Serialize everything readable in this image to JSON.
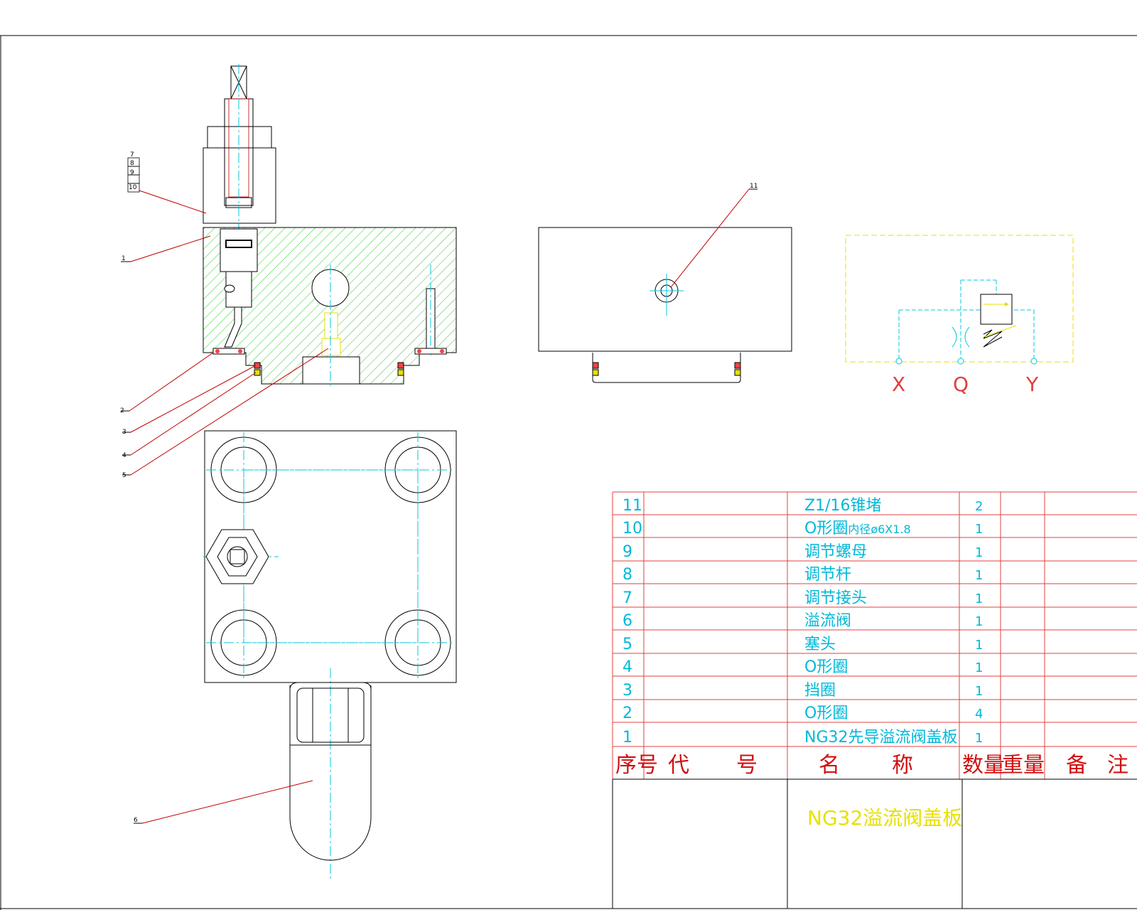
{
  "leader_labels": {
    "l7": "7",
    "l8": "8",
    "l9": "9",
    "l10": "10",
    "l1": "1",
    "l2": "2",
    "l3": "3",
    "l4": "4",
    "l5": "5",
    "l6": "6",
    "l11": "11"
  },
  "symbol_ports": {
    "x": "X",
    "q": "Q",
    "y": "Y"
  },
  "parts_list": {
    "rows": [
      {
        "no": "11",
        "name": "Z1/16锥堵",
        "qty": "2"
      },
      {
        "no": "10",
        "name": "O形圈",
        "name_note": "内径ø6X1.8",
        "qty": "1"
      },
      {
        "no": "9",
        "name": "调节螺母",
        "qty": "1"
      },
      {
        "no": "8",
        "name": "调节杆",
        "qty": "1"
      },
      {
        "no": "7",
        "name": "调节接头",
        "qty": "1"
      },
      {
        "no": "6",
        "name": "溢流阀",
        "qty": "1"
      },
      {
        "no": "5",
        "name": "塞头",
        "qty": "1"
      },
      {
        "no": "4",
        "name": "O形圈",
        "qty": "1"
      },
      {
        "no": "3",
        "name": "挡圈",
        "qty": "1"
      },
      {
        "no": "2",
        "name": "O形圈",
        "qty": "4"
      },
      {
        "no": "1",
        "name": "NG32先导溢流阀盖板",
        "qty": "1"
      }
    ],
    "headers": {
      "seq": "序号",
      "code_a": "代",
      "code_b": "号",
      "name_a": "名",
      "name_b": "称",
      "qty": "数量",
      "weight": "重量",
      "remark_a": "备",
      "remark_b": "注"
    }
  },
  "title_block": {
    "title": "NG32溢流阀盖板"
  },
  "colors": {
    "outline": "#000000",
    "center": "#00c8dc",
    "leader": "#c00000",
    "hatch": "#33cc33",
    "table_line": "#e04040",
    "table_text": "#00b8d8",
    "header_text": "#d01010",
    "title_text": "#e8e000",
    "symbol_frame": "#e8e000"
  }
}
